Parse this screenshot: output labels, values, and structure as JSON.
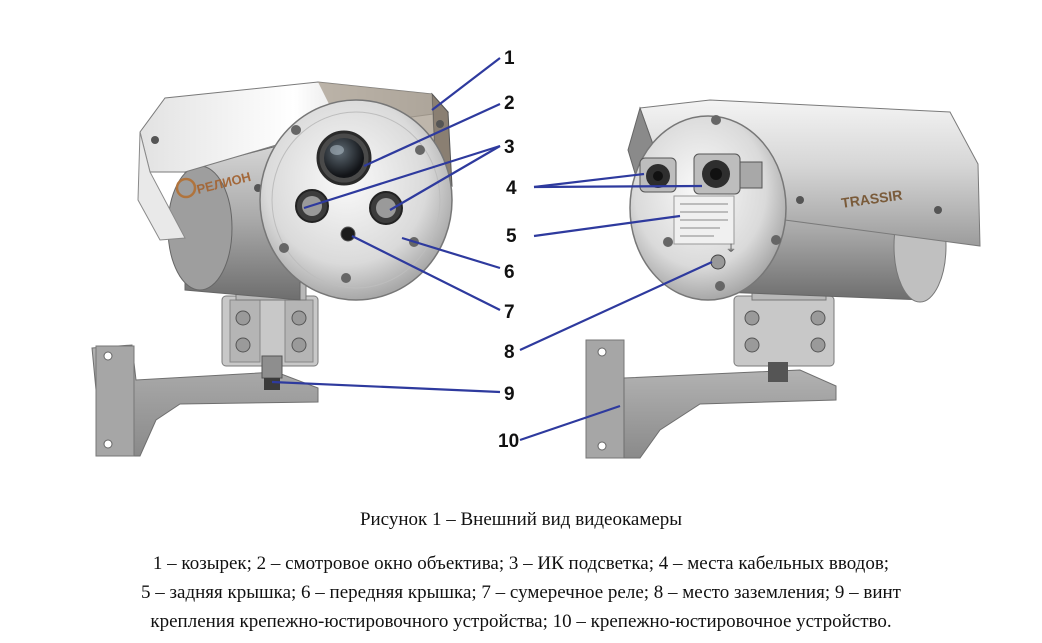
{
  "figure": {
    "callouts": [
      "1",
      "2",
      "3",
      "4",
      "5",
      "6",
      "7",
      "8",
      "9",
      "10"
    ],
    "brand_left": "РЕЛИОН",
    "brand_right": "TRASSIR"
  },
  "caption": "Рисунок 1 – Внешний вид видеокамеры",
  "legend": {
    "line1": "1 – козырек; 2 – смотровое окно объектива; 3 – ИК подсветка; 4 – места кабельных вводов;",
    "line2": "5 – задняя крышка; 6 – передняя крышка; 7 – сумеречное реле; 8 – место заземления; 9 – винт",
    "line3": "крепления крепежно-юстировочного устройства; 10 – крепежно-юстировочное устройство."
  }
}
